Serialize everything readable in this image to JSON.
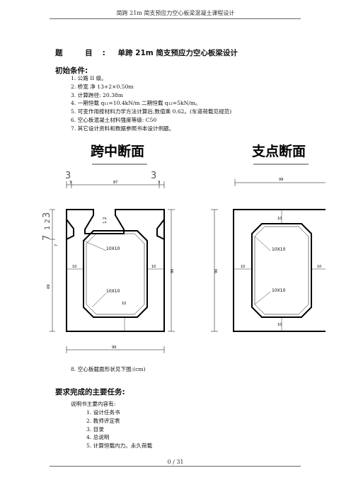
{
  "header": {
    "text": "简跨 21m 简支预应力空心板梁混凝土课程设计"
  },
  "title": {
    "label": "题 目:",
    "value": "单跨 21m 简支预应力空心板梁设计"
  },
  "initial_conditions": {
    "heading": "初始条件:",
    "items": [
      "1. 公路 II 级。",
      "2. 桥宽  净 13+2×0.50m",
      "3. 计算跨径: 20.38m",
      "4. 一期恒载 q₁₁=10.4kN/m 二期恒载 q₁₂=5kN/m。",
      "5. 可变作用按材料力学方法计算后,数值乘 0.62。(车道荷载见规范)",
      "6. 空心板混凝土材料强度等级: C50",
      "7. 其它设计资料和数据参照书本设计例题。"
    ]
  },
  "figure": {
    "left_title": "跨中断面",
    "right_title": "支点断面",
    "left": {
      "top_dims": [
        "3",
        "3",
        "3",
        "87",
        "3"
      ],
      "left_dims": [
        "3",
        "7",
        "1 2",
        "7",
        "69"
      ],
      "chamfer_1": "1 2",
      "inner_top": "10X10",
      "inner_bottom": "10X10",
      "side_left": "10",
      "side_right": "10",
      "bottom_web": "10",
      "height": "90",
      "width": "99"
    },
    "right": {
      "top_width": "99",
      "height": "90",
      "top_web": "10",
      "bottom_web": "10",
      "inner_top": "10X10",
      "inner_bottom": "10X10",
      "side_left": "10",
      "side_right": "10"
    }
  },
  "caption": "8. 空心板截面形状见下图:(cm)",
  "tasks": {
    "heading": "要求完成的主要任务:",
    "intro": "说明书主要内容有:",
    "items": [
      "1. 设计任务书",
      "2. 教师评定表",
      "3. 目录",
      "4. 总说明",
      "5. 计算恒载内力。永久荷载"
    ]
  },
  "footer": {
    "page": "0 / 31"
  }
}
